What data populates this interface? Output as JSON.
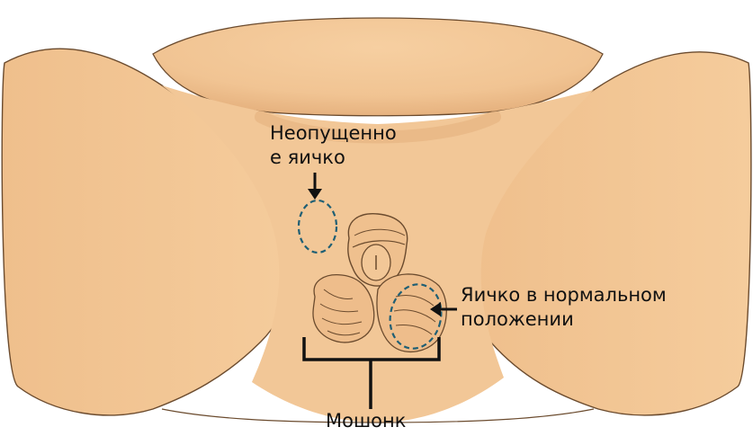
{
  "labels": {
    "undescended_line1": "Неопущенно",
    "undescended_line2": "е яичко",
    "normal_line1": "Яичко в нормальном",
    "normal_line2": "положении",
    "scrotum": "Мошонк"
  },
  "colors": {
    "skin": "#f2c797",
    "skin_shadow": "#e2ad79",
    "outline": "#6b4b2e",
    "dashed_marker": "#1f5f74",
    "annotation": "#111111"
  }
}
